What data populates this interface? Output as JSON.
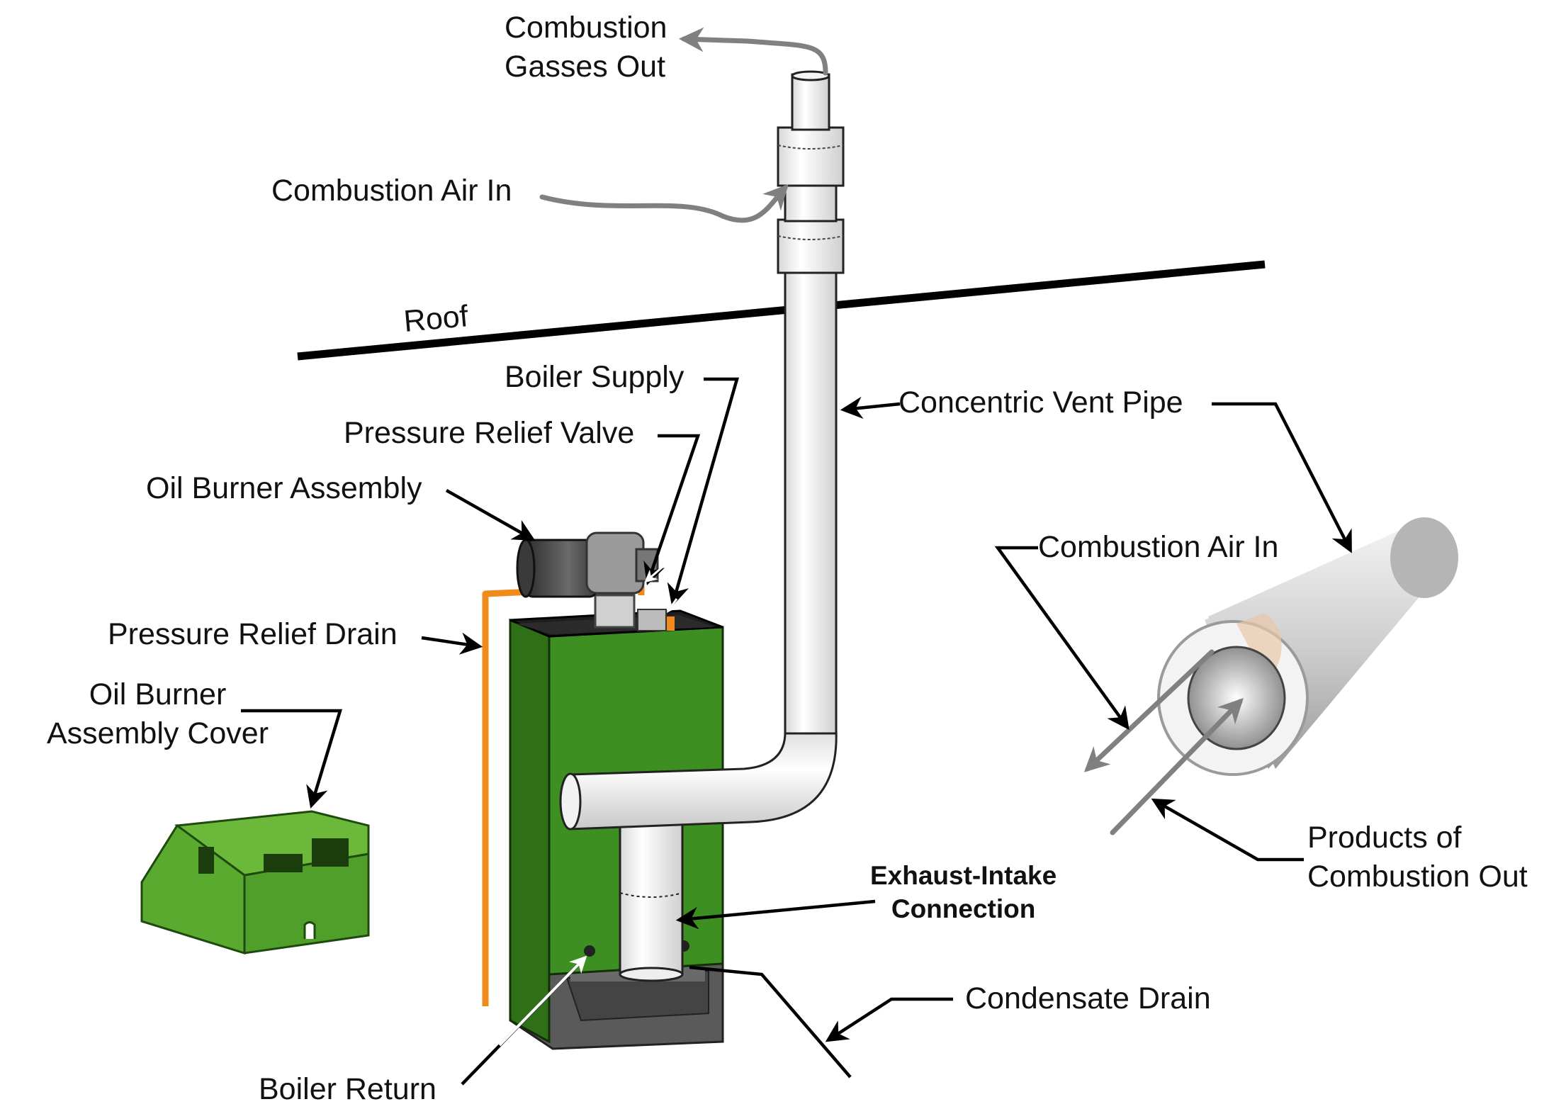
{
  "diagram": {
    "labels": {
      "combustion_gasses_out": [
        "Combustion",
        "Gasses Out"
      ],
      "combustion_air_in_top": "Combustion Air In",
      "roof": "Roof",
      "boiler_supply": "Boiler Supply",
      "pressure_relief_valve": "Pressure Relief Valve",
      "oil_burner_assembly": "Oil Burner Assembly",
      "pressure_relief_drain": "Pressure Relief Drain",
      "oil_burner_assembly_cover": [
        "Oil Burner",
        "Assembly Cover"
      ],
      "concentric_vent_pipe": "Concentric Vent Pipe",
      "combustion_air_in_right": "Combustion Air In",
      "products_of_combustion_out": [
        "Products of",
        "Combustion Out"
      ],
      "exhaust_intake_connection": [
        "Exhaust-Intake",
        "Connection"
      ],
      "condensate_drain": "Condensate Drain",
      "boiler_return": "Boiler Return"
    },
    "colors": {
      "boiler_green": "#3a8a1e",
      "boiler_green_dark": "#2b6a15",
      "base_gray": "#555555",
      "pipe_orange": "#f08a1c",
      "arrow_gray": "#808080",
      "leader_black": "#000000"
    }
  }
}
